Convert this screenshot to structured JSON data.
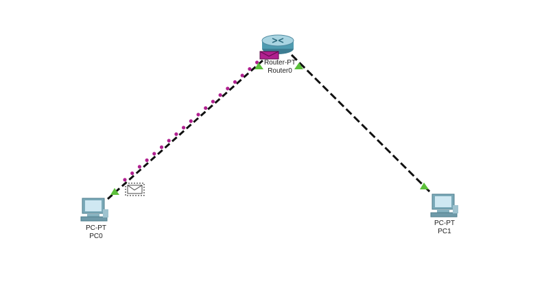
{
  "devices": {
    "router0": {
      "model": "Router-PT",
      "name": "Router0",
      "icon": "router-icon"
    },
    "pc0": {
      "model": "PC-PT",
      "name": "PC0",
      "icon": "pc-icon"
    },
    "pc1": {
      "model": "PC-PT",
      "name": "PC1",
      "icon": "pc-icon"
    }
  },
  "links": [
    {
      "from": "PC0",
      "to": "Router0",
      "style": "copper-crossover-dashed",
      "status": "up",
      "status_color": "#5bbf3a"
    },
    {
      "from": "Router0",
      "to": "PC1",
      "style": "copper-crossover-dashed",
      "status": "up",
      "status_color": "#5bbf3a"
    }
  ],
  "pdus": [
    {
      "name": "pdu-at-router",
      "color": "#b0208f",
      "state": "delivered"
    },
    {
      "name": "pdu-in-transit",
      "color": "#ffffff",
      "state": "in-transit"
    }
  ],
  "colors": {
    "trail": "#b0208f",
    "link": "#111111",
    "link_up": "#5bbf3a"
  }
}
